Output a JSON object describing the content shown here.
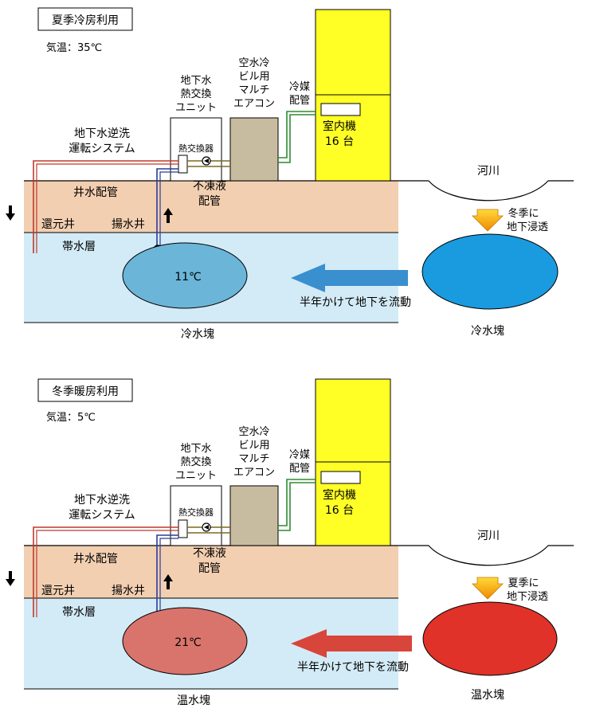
{
  "top": {
    "title": "夏季冷房利用",
    "temp": "気温：35℃",
    "hx_unit": [
      "地下水",
      "熱交換",
      "ユニット"
    ],
    "aircon": [
      "空水冷",
      "ビル用",
      "マルチ",
      "エアコン"
    ],
    "refrigerant": [
      "冷媒",
      "配管"
    ],
    "indoor": [
      "室内機",
      "16 台"
    ],
    "backwash": [
      "地下水逆洗",
      "運転システム"
    ],
    "heat_exchanger": "熱交換器",
    "well_pipe": "井水配管",
    "antifreeze": [
      "不凍液",
      "配管"
    ],
    "river": "河川",
    "return_well": "還元井",
    "pump_well": "揚水井",
    "aquifer": "帯水層",
    "infiltration": [
      "冬季に",
      "地下浸透"
    ],
    "water_temp": "11℃",
    "flow": "半年かけて地下を流動",
    "block_left": "冷水塊",
    "block_right": "冷水塊",
    "blob_color": "#6bb5d8",
    "right_blob_color": "#1a9be0",
    "arrow_color": "#3a8fcf"
  },
  "bottom": {
    "title": "冬季暖房利用",
    "temp": "気温：5℃",
    "hx_unit": [
      "地下水",
      "熱交換",
      "ユニット"
    ],
    "aircon": [
      "空水冷",
      "ビル用",
      "マルチ",
      "エアコン"
    ],
    "refrigerant": [
      "冷媒",
      "配管"
    ],
    "indoor": [
      "室内機",
      "16 台"
    ],
    "backwash": [
      "地下水逆洗",
      "運転システム"
    ],
    "heat_exchanger": "熱交換器",
    "well_pipe": "井水配管",
    "antifreeze": [
      "不凍液",
      "配管"
    ],
    "river": "河川",
    "return_well": "還元井",
    "pump_well": "揚水井",
    "aquifer": "帯水層",
    "infiltration": [
      "夏季に",
      "地下浸透"
    ],
    "water_temp": "21℃",
    "flow": "半年かけて地下を流動",
    "block_left": "温水塊",
    "block_right": "温水塊",
    "blob_color": "#d9746c",
    "right_blob_color": "#e03228",
    "arrow_color": "#d8453a"
  },
  "colors": {
    "ground": "#f2cfb1",
    "aquifer": "#d3ebf6",
    "building": "#ffff26",
    "aircon": "#c8bca0",
    "infiltration_arrow": "#f5a623"
  }
}
